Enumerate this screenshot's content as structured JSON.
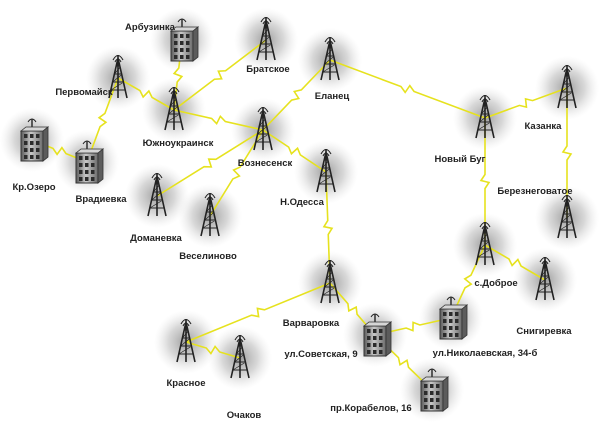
{
  "colors": {
    "link": "#e6e21e",
    "bolt": "#f0ea1a",
    "halo": "#8a8a8a",
    "tower": "#222222",
    "building": "#7f7f7f"
  },
  "sites": [
    {
      "id": "arbuzinka",
      "label": "Арбузинка",
      "kind": "building"
    },
    {
      "id": "bratskoe",
      "label": "Братское",
      "kind": "tower"
    },
    {
      "id": "elanets",
      "label": "Еланец",
      "kind": "tower"
    },
    {
      "id": "pervomaisk",
      "label": "Первомайск",
      "kind": "tower"
    },
    {
      "id": "yuzhnoukrainsk",
      "label": "Южноукраинск",
      "kind": "tower"
    },
    {
      "id": "voznesensk",
      "label": "Вознесенск",
      "kind": "tower"
    },
    {
      "id": "kr_ozero",
      "label": "Кр.Озеро",
      "kind": "building"
    },
    {
      "id": "vradievka",
      "label": "Врадиевка",
      "kind": "building"
    },
    {
      "id": "domanevka",
      "label": "Доманевка",
      "kind": "tower"
    },
    {
      "id": "veselinovo",
      "label": "Веселиново",
      "kind": "tower"
    },
    {
      "id": "n_odessa",
      "label": "Н.Одесса",
      "kind": "tower"
    },
    {
      "id": "novy_bug",
      "label": "Новый Буг",
      "kind": "tower"
    },
    {
      "id": "kazanka",
      "label": "Казанка",
      "kind": "tower"
    },
    {
      "id": "bereznegovatoe",
      "label": "Березнеговатое",
      "kind": "tower"
    },
    {
      "id": "s_dobroe",
      "label": "с.Доброе",
      "kind": "tower"
    },
    {
      "id": "snigirevka",
      "label": "Снигиревка",
      "kind": "tower"
    },
    {
      "id": "varvarovka",
      "label": "Варваровка",
      "kind": "tower"
    },
    {
      "id": "ul_sovetskaya",
      "label": "ул.Советская, 9",
      "kind": "building"
    },
    {
      "id": "ul_nikolaevskaya",
      "label": "ул.Николаевская, 34-б",
      "kind": "building"
    },
    {
      "id": "pr_korabelov",
      "label": "пр.Корабелов, 16",
      "kind": "building"
    },
    {
      "id": "krasnoe",
      "label": "Красное",
      "kind": "tower"
    },
    {
      "id": "ochakov",
      "label": "Очаков",
      "kind": "tower"
    }
  ],
  "links": [
    [
      "arbuzinka",
      "yuzhnoukrainsk"
    ],
    [
      "yuzhnoukrainsk",
      "bratskoe"
    ],
    [
      "yuzhnoukrainsk",
      "pervomaisk"
    ],
    [
      "pervomaisk",
      "vradievka"
    ],
    [
      "vradievka",
      "kr_ozero"
    ],
    [
      "yuzhnoukrainsk",
      "voznesensk"
    ],
    [
      "voznesensk",
      "elanets"
    ],
    [
      "voznesensk",
      "n_odessa"
    ],
    [
      "voznesensk",
      "domanevka"
    ],
    [
      "voznesensk",
      "veselinovo"
    ],
    [
      "elanets",
      "novy_bug"
    ],
    [
      "novy_bug",
      "kazanka"
    ],
    [
      "kazanka",
      "bereznegovatoe"
    ],
    [
      "novy_bug",
      "s_dobroe"
    ],
    [
      "s_dobroe",
      "snigirevka"
    ],
    [
      "s_dobroe",
      "ul_nikolaevskaya"
    ],
    [
      "n_odessa",
      "varvarovka"
    ],
    [
      "varvarovka",
      "krasnoe"
    ],
    [
      "varvarovka",
      "ul_sovetskaya"
    ],
    [
      "ul_sovetskaya",
      "ul_nikolaevskaya"
    ],
    [
      "ul_sovetskaya",
      "pr_korabelov"
    ],
    [
      "krasnoe",
      "ochakov"
    ]
  ]
}
